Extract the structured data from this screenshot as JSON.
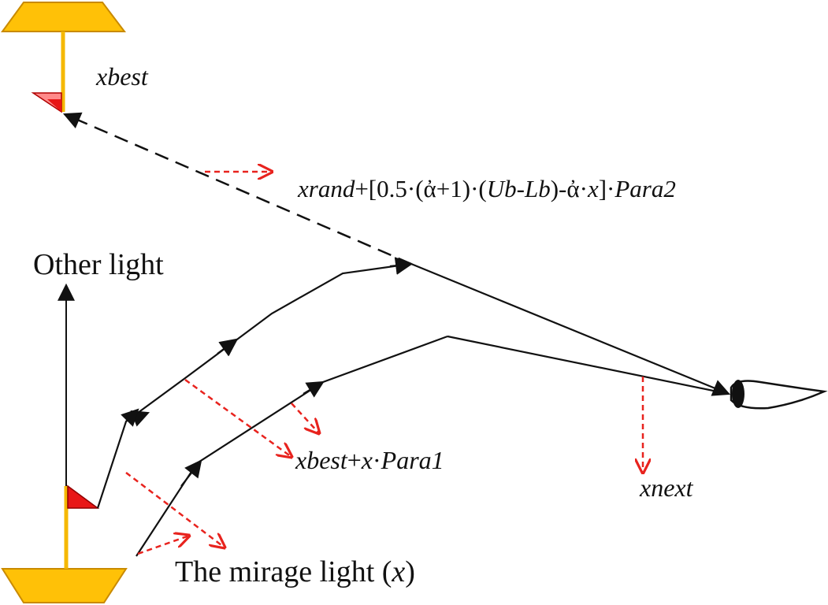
{
  "colors": {
    "ray": "#111111",
    "guide": "#e8231e",
    "pole": "#f5b800",
    "trap_fill": "#ffc107",
    "trap_stroke": "#c98a00",
    "flag_red": "#e81616",
    "flag_pink": "#ff8a8a"
  },
  "labels": {
    "xbest": "xbest",
    "other_light": "Other light",
    "formula": {
      "xrand": "xrand",
      "plus_open": "+[0.5·(",
      "alpha1": "ἀ",
      "plus_one": "+1)·(",
      "ub": "Ub",
      "dash": "-",
      "lb": "Lb",
      "close_minus": ")-",
      "alpha2": "ἀ",
      "dot": "·",
      "x": "x",
      "close_dot": "]·",
      "para2": "Para2"
    },
    "para1": {
      "xbest": "xbest",
      "plus": "+",
      "x": "x",
      "dot": "·",
      "para1": "Para1"
    },
    "xnext": "xnext",
    "mirage": {
      "text": "The mirage light (",
      "x": "x",
      "close": ")"
    }
  },
  "icons": [
    "eye-icon",
    "red-flag-icon",
    "trapezoid-base-icon",
    "trapezoid-top-icon"
  ]
}
